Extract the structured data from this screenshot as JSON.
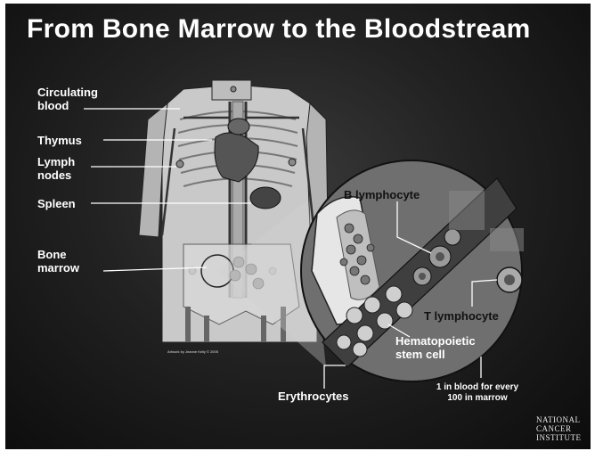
{
  "title": "From Bone Marrow to the Bloodstream",
  "labels": {
    "circulating_blood": "Circulating blood",
    "circulating_blood_l1": "Circulating",
    "circulating_blood_l2": "blood",
    "thymus": "Thymus",
    "lymph_nodes_l1": "Lymph",
    "lymph_nodes_l2": "nodes",
    "spleen": "Spleen",
    "bone_marrow_l1": "Bone",
    "bone_marrow_l2": "marrow",
    "b_lymphocyte": "B lymphocyte",
    "t_lymphocyte": "T lymphocyte",
    "hematopoietic_l1": "Hematopoietic",
    "hematopoietic_l2": "stem cell",
    "erythrocytes": "Erythrocytes",
    "ratio_l1": "1 in blood for every",
    "ratio_l2": "100 in marrow",
    "credit": "Artwork by Jeanne Kelly © 2005"
  },
  "logo": {
    "line1": "NATIONAL",
    "line2": "CANCER",
    "line3": "INSTITUTE"
  },
  "colors": {
    "background": "#1a1a1a",
    "text": "#ffffff",
    "circle_fill": "#7a7a7a",
    "band_fill": "#4a4a4a"
  }
}
